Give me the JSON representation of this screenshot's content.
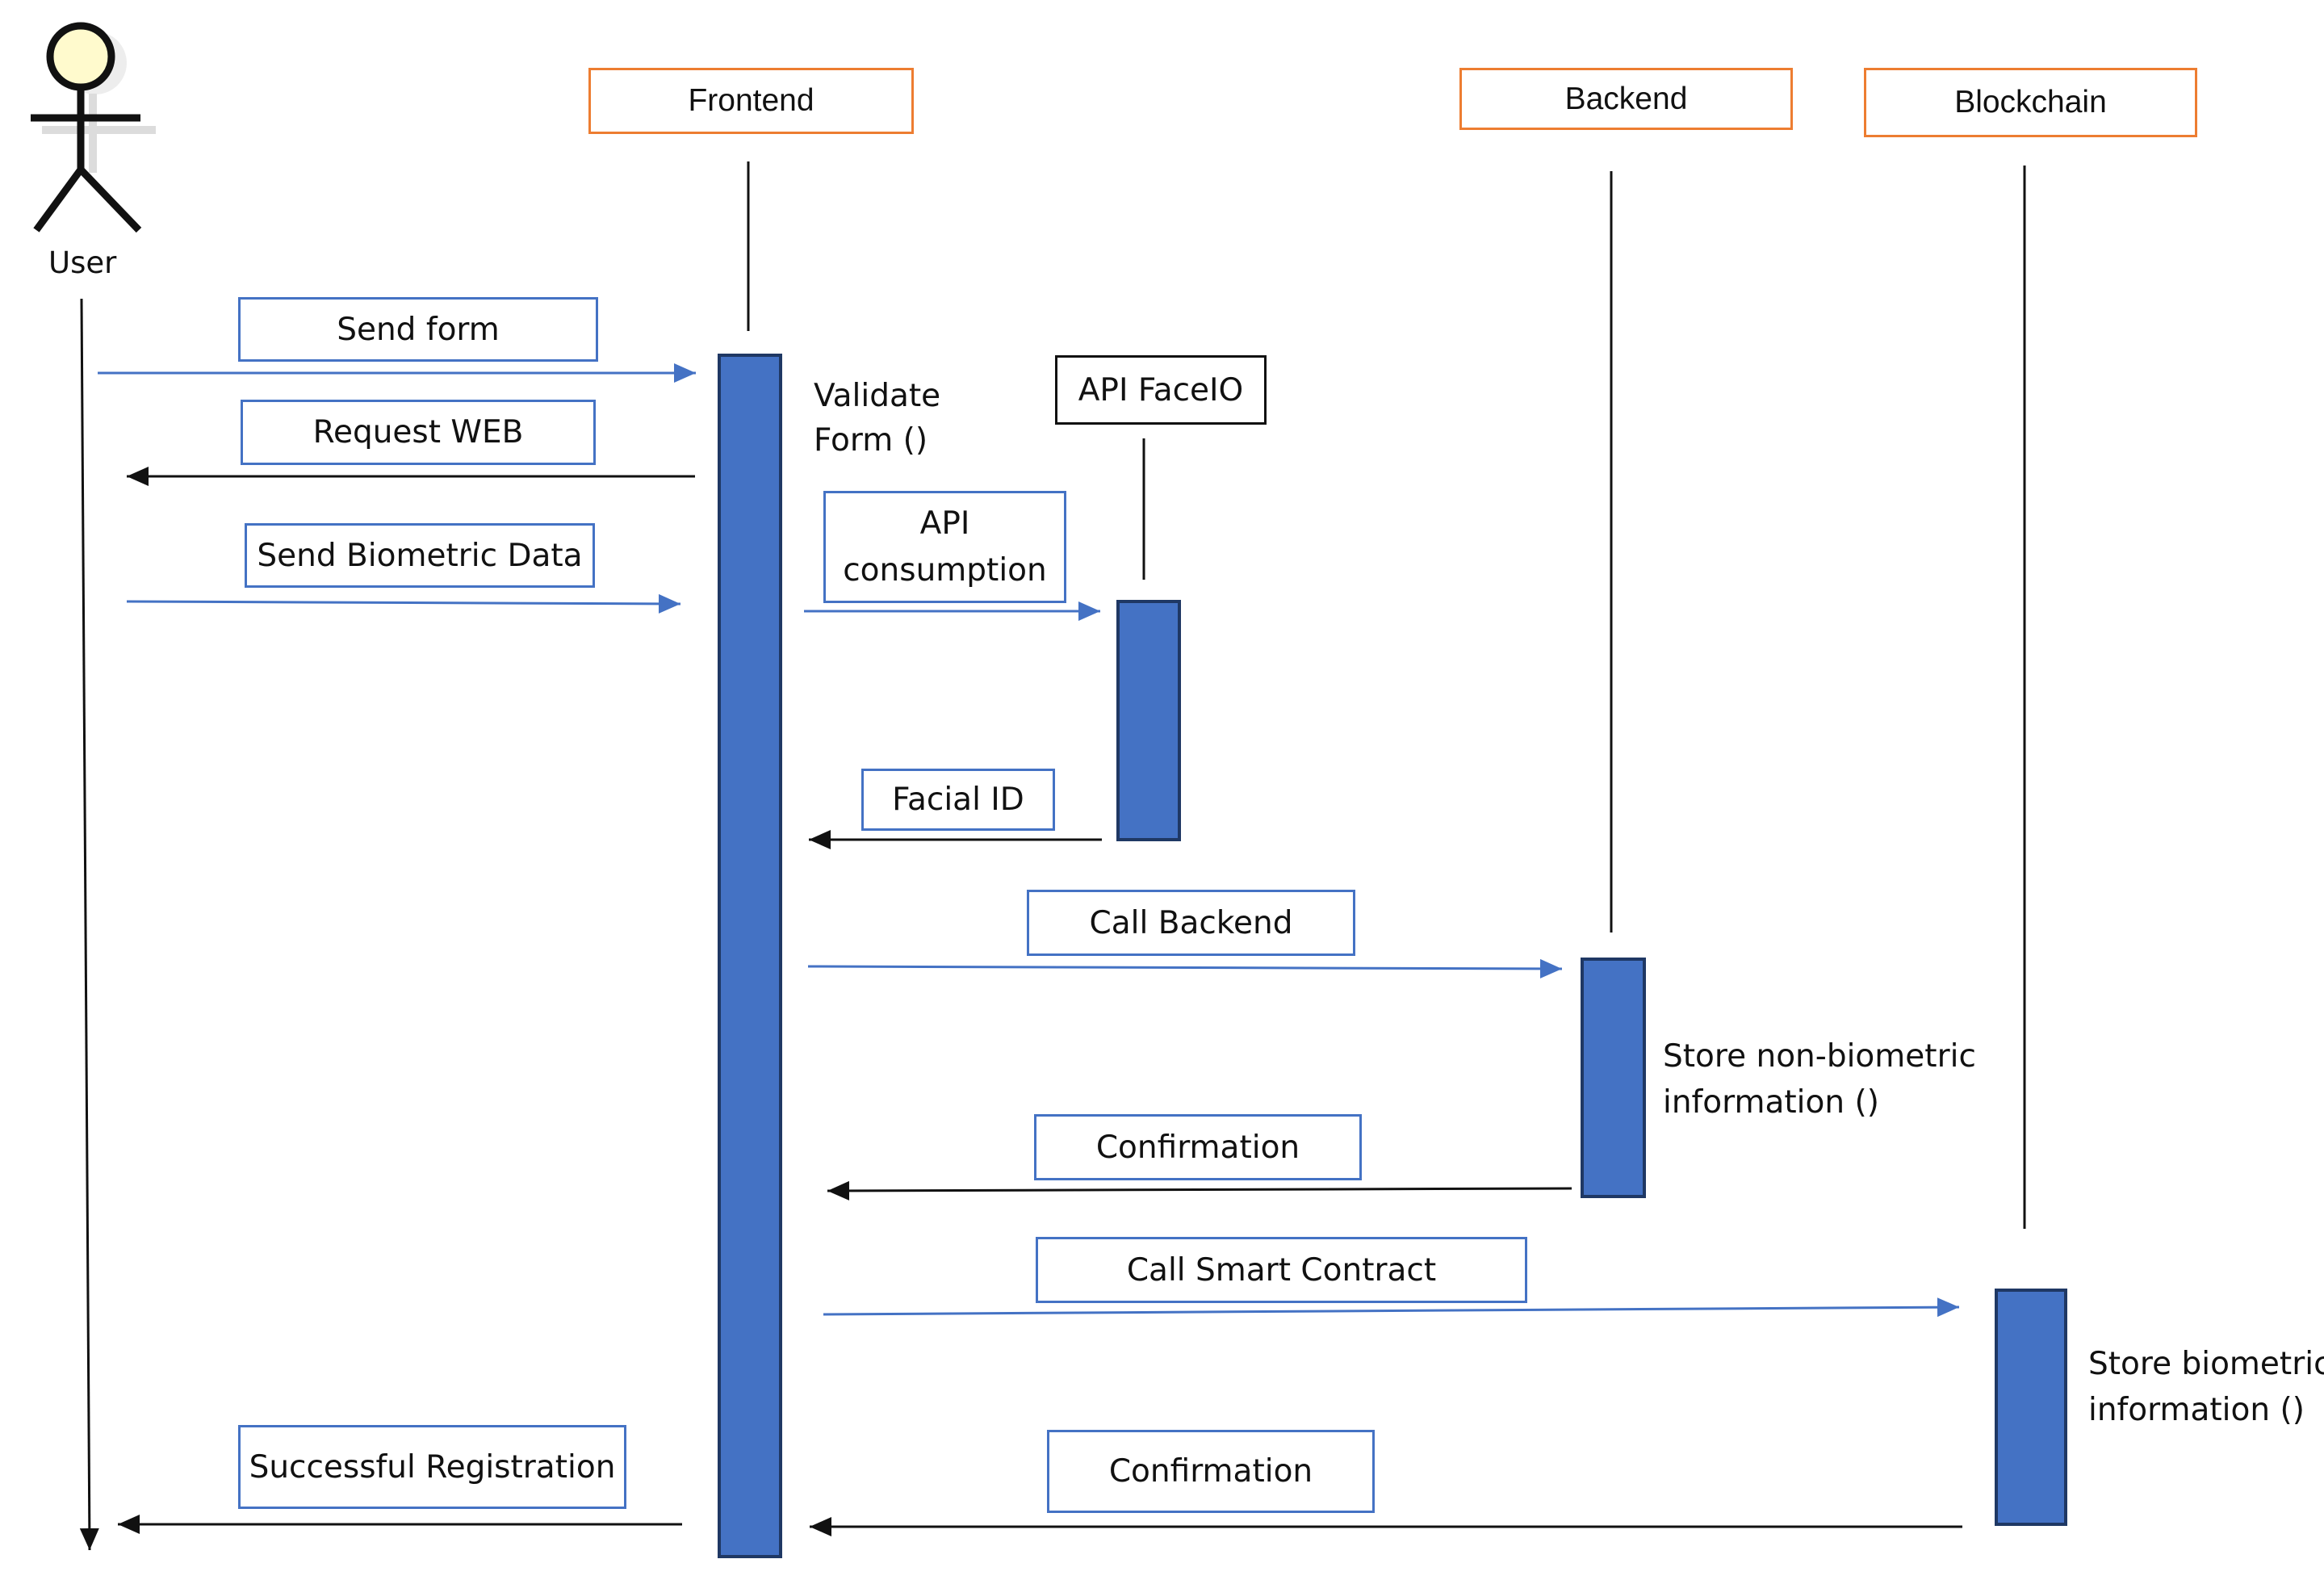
{
  "actor": {
    "label": "User"
  },
  "participants": {
    "frontend": "Frontend",
    "backend": "Backend",
    "blockchain": "Blockchain",
    "faceio": "API FaceIO"
  },
  "messages": {
    "send_form": "Send form",
    "request_web": "Request WEB",
    "send_biometric": "Send Biometric Data",
    "api_consumption_1": "API",
    "api_consumption_2": "consumption",
    "facial_id": "Facial ID",
    "call_backend": "Call Backend",
    "confirmation_backend": "Confirmation",
    "call_smart_contract": "Call Smart Contract",
    "confirmation_blockchain": "Confirmation",
    "successful_registration": "Successful Registration"
  },
  "notes": {
    "validate_1": "Validate",
    "validate_2": "Form ()",
    "store_nonbio_1": "Store non-biometric",
    "store_nonbio_2": "information ()",
    "store_bio_1": "Store biometric",
    "store_bio_2": "information ()"
  },
  "colors": {
    "activation": "#4472c4",
    "message_border": "#4472c4",
    "participant_border": "#ed7d31",
    "request_arrow": "#4472c4",
    "response_arrow": "#111111"
  }
}
